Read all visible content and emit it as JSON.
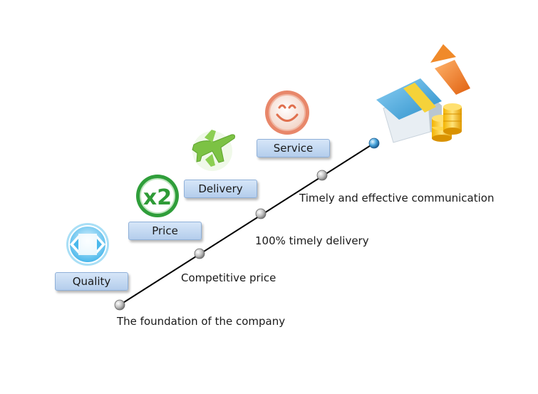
{
  "pills": {
    "quality": "Quality",
    "price": "Price",
    "delivery": "Delivery",
    "service": "Service"
  },
  "captions": {
    "foundation": "The foundation of the company",
    "competitive": "Competitive price",
    "delivery": "100% timely delivery",
    "communication": "Timely and effective communication"
  },
  "icons": {
    "quality": "arrows-circle-icon",
    "price": "x2-icon",
    "delivery": "airplane-icon",
    "service": "smiley-icon",
    "goal": "house-coins-icon"
  },
  "price_icon_text": "x2",
  "colors": {
    "pill_fill": "#c6daf2",
    "pill_border": "#8fb0d8",
    "quality_icon": "#5bc3ee",
    "price_icon": "#2f9e3a",
    "delivery_icon": "#7cc244",
    "service_icon": "#e8876a",
    "line": "#000000"
  }
}
